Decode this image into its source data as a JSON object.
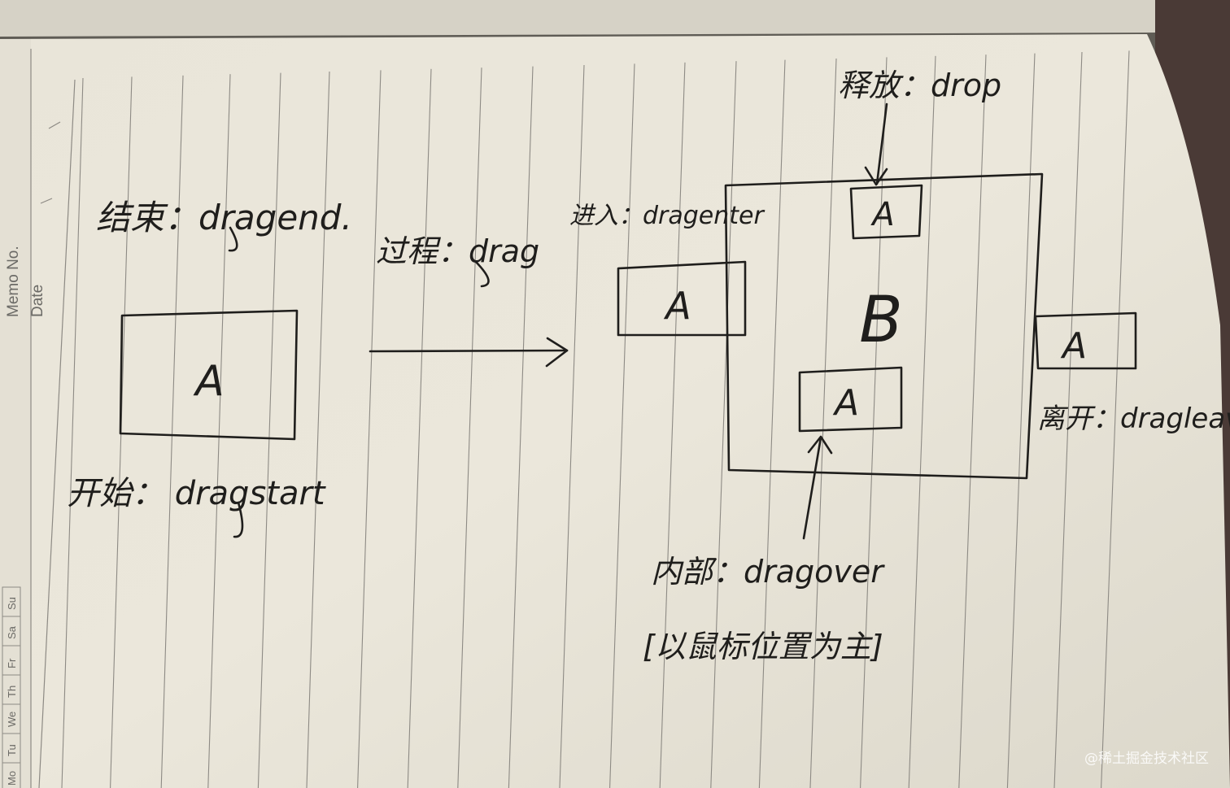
{
  "notebook": {
    "memo_label": "Memo No.",
    "date_label": "Date",
    "weekdays": [
      "Su",
      "Sa",
      "Fr",
      "Th",
      "We",
      "Tu",
      "Mo"
    ]
  },
  "diagram": {
    "label_dragend": "结束：dragend.",
    "label_dragstart": "开始：  dragstart",
    "label_drag": "过程：drag",
    "label_dragenter": "进入：dragenter",
    "label_drop": "释放：drop",
    "label_dragleave": "离开：dragleave.",
    "label_dragover": "内部：dragover",
    "label_note": "[以鼠标位置为主]",
    "box_a_letter": "A",
    "box_b_letter": "B"
  },
  "watermark": "@稀土掘金技术社区",
  "colors": {
    "paper": "#ece8dc",
    "ink": "#1f1e1c",
    "rule_line": "#8d8a84",
    "background": "#6d6a62"
  }
}
